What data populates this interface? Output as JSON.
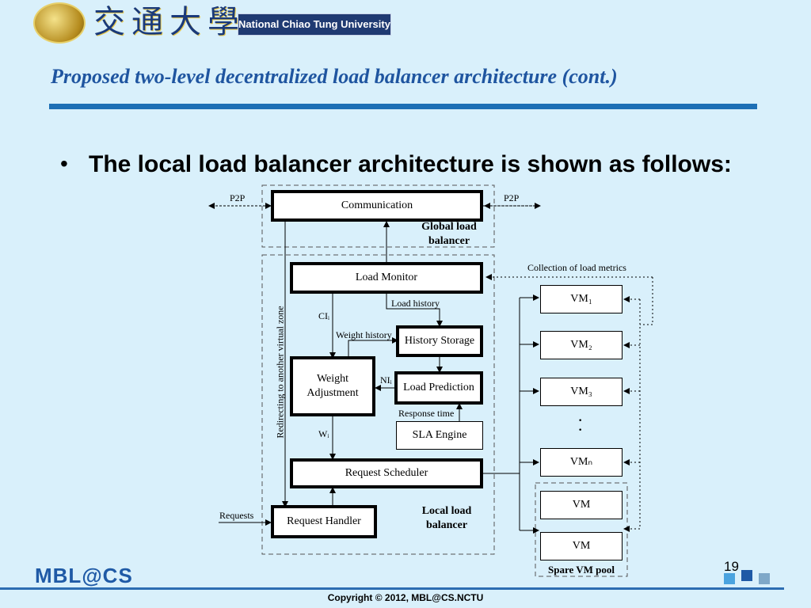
{
  "header": {
    "logo_cjk": "交通大學",
    "logo_banner": "National Chiao Tung University"
  },
  "slide": {
    "title": "Proposed two-level decentralized load balancer architecture (cont.)",
    "bullet": "The local load balancer architecture is shown as follows:"
  },
  "diagram": {
    "p2p_left": "P2P",
    "p2p_right": "P2P",
    "communication": "Communication",
    "global_load_balancer": "Global load balancer",
    "collection_of_load_metrics": "Collection of load metrics",
    "load_monitor": "Load Monitor",
    "load_history": "Load history",
    "ci": "CIᵢ",
    "weight_history": "Weight history",
    "history_storage": "History Storage",
    "weight_adjustment": "Weight Adjustment",
    "ni": "NIᵢ",
    "load_prediction": "Load Prediction",
    "response_time": "Response time",
    "wi": "Wᵢ",
    "sla_engine": "SLA Engine",
    "request_scheduler": "Request Scheduler",
    "requests": "Requests",
    "request_handler": "Request Handler",
    "local_load_balancer": "Local load balancer",
    "redirecting": "Redirecting to another virtual zone",
    "vm1": "VM₁",
    "vm2": "VM₂",
    "vm3": "VM₃",
    "vmn": "VMₙ",
    "spare_vm_a": "VM",
    "spare_vm_b": "VM",
    "spare_vm_pool": "Spare VM pool"
  },
  "footer": {
    "logo": "MBL@CS",
    "page_number": "19",
    "copyright": "Copyright © 2012, MBL@CS.NCTU"
  },
  "colors": {
    "background": "#d9f0fb",
    "title": "#1f55a0",
    "rule": "#1d6fb5",
    "square_1": "#4aa3df",
    "square_2": "#1f5aa6",
    "square_3": "#7fa8c8"
  }
}
